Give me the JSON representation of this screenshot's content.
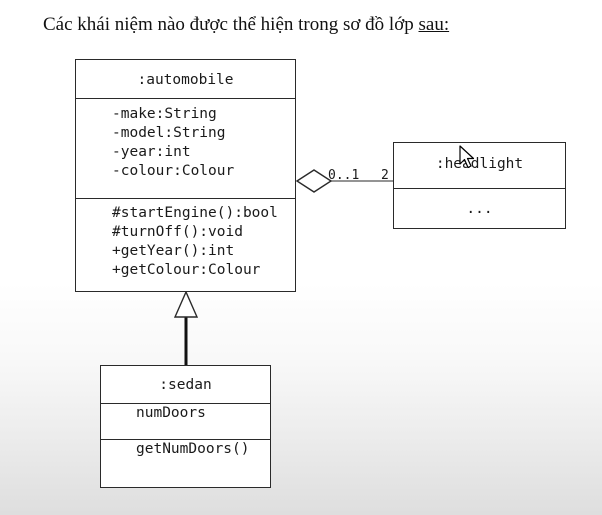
{
  "question": {
    "text": "Các khái niệm nào được thể hiện trong sơ đồ lớp ",
    "underlined": "sau:"
  },
  "classes": {
    "automobile": {
      "name": ":automobile",
      "attributes": [
        "-make:String",
        "-model:String",
        "-year:int",
        "-colour:Colour"
      ],
      "operations": [
        "#startEngine():bool",
        "#turnOff():void",
        "+getYear():int",
        "+getColour:Colour"
      ]
    },
    "headlight": {
      "name": ":headlight",
      "operations": "..."
    },
    "sedan": {
      "name": ":sedan",
      "attributes": [
        "numDoors"
      ],
      "operations": [
        "getNumDoors()"
      ]
    }
  },
  "relations": {
    "aggregation": {
      "from": "automobile",
      "to": "headlight",
      "source_multiplicity": "0..1",
      "target_multiplicity": "2"
    },
    "generalization": {
      "child": "sedan",
      "parent": "automobile"
    }
  },
  "colors": {
    "line": "#2a2a2a",
    "text": "#111111"
  }
}
